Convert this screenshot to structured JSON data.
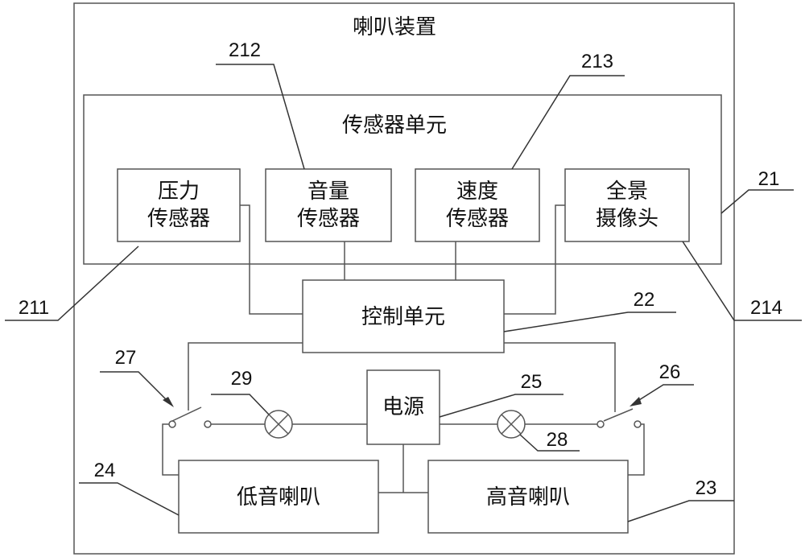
{
  "device": {
    "title": "喇叭装置"
  },
  "sensor_unit": {
    "title": "传感器单元"
  },
  "sensors": {
    "pressure": {
      "line1": "压力",
      "line2": "传感器"
    },
    "volume": {
      "line1": "音量",
      "line2": "传感器"
    },
    "speed": {
      "line1": "速度",
      "line2": "传感器"
    },
    "camera": {
      "line1": "全景",
      "line2": "摄像头"
    }
  },
  "control_unit": {
    "label": "控制单元"
  },
  "power": {
    "label": "电源"
  },
  "low_speaker": {
    "label": "低音喇叭"
  },
  "high_speaker": {
    "label": "高音喇叭"
  },
  "ref_numbers": {
    "n21": "21",
    "n22": "22",
    "n23": "23",
    "n24": "24",
    "n25": "25",
    "n26": "26",
    "n27": "27",
    "n28": "28",
    "n29": "29",
    "n211": "211",
    "n212": "212",
    "n213": "213",
    "n214": "214"
  }
}
